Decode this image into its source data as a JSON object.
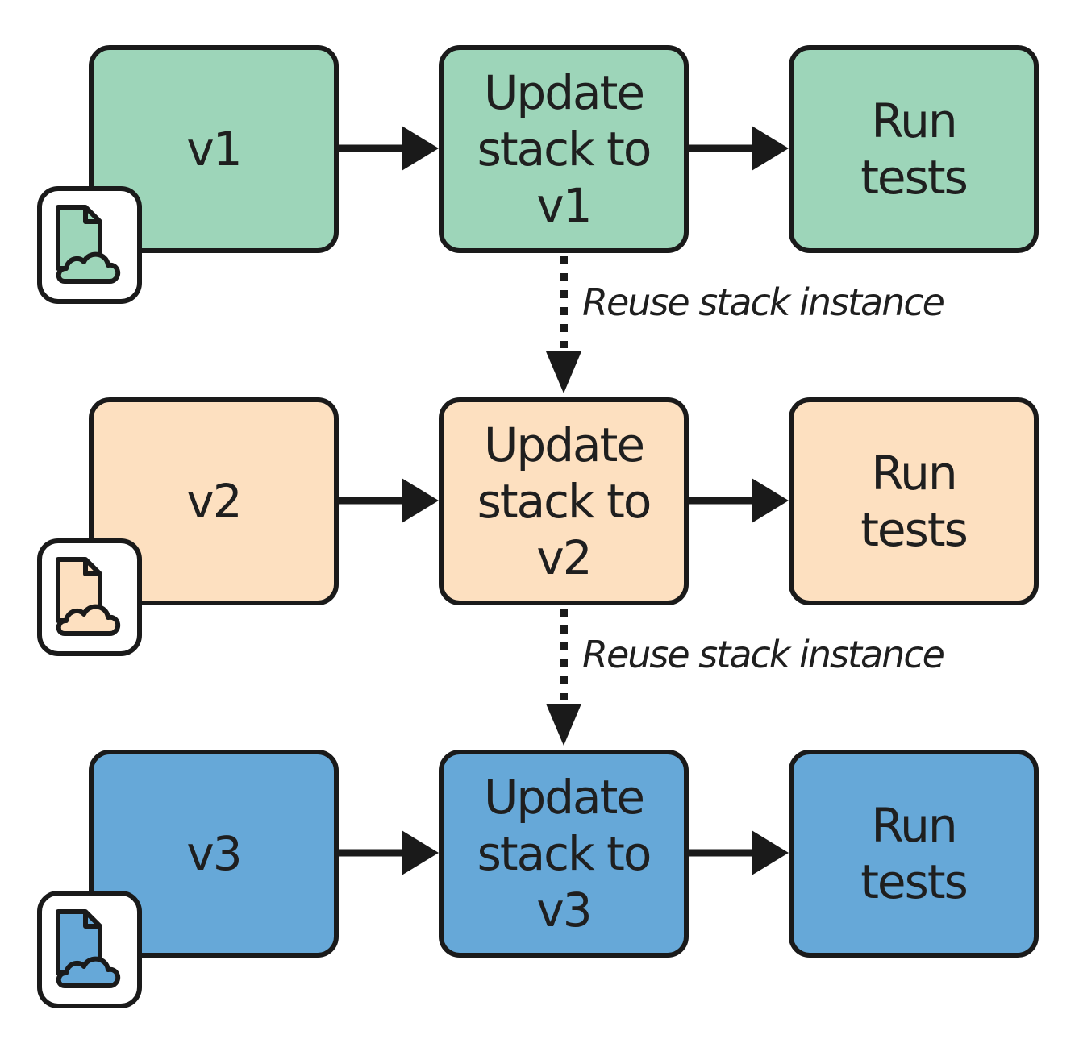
{
  "rows": [
    {
      "version": "v1",
      "update_label": "Update\nstack to v1",
      "run_label": "Run\ntests",
      "fill": "#9dd5b9"
    },
    {
      "version": "v2",
      "update_label": "Update\nstack to v2",
      "run_label": "Run\ntests",
      "fill": "#fde0c0"
    },
    {
      "version": "v3",
      "update_label": "Update\nstack to v3",
      "run_label": "Run\ntests",
      "fill": "#66a8d8"
    }
  ],
  "connectors": [
    {
      "label": "Reuse stack instance"
    },
    {
      "label": "Reuse stack instance"
    }
  ],
  "colors": {
    "stroke": "#1a1a1a",
    "text": "#1f1f1f"
  },
  "icons": {
    "stack_definition": "file-with-cloud-icon"
  }
}
